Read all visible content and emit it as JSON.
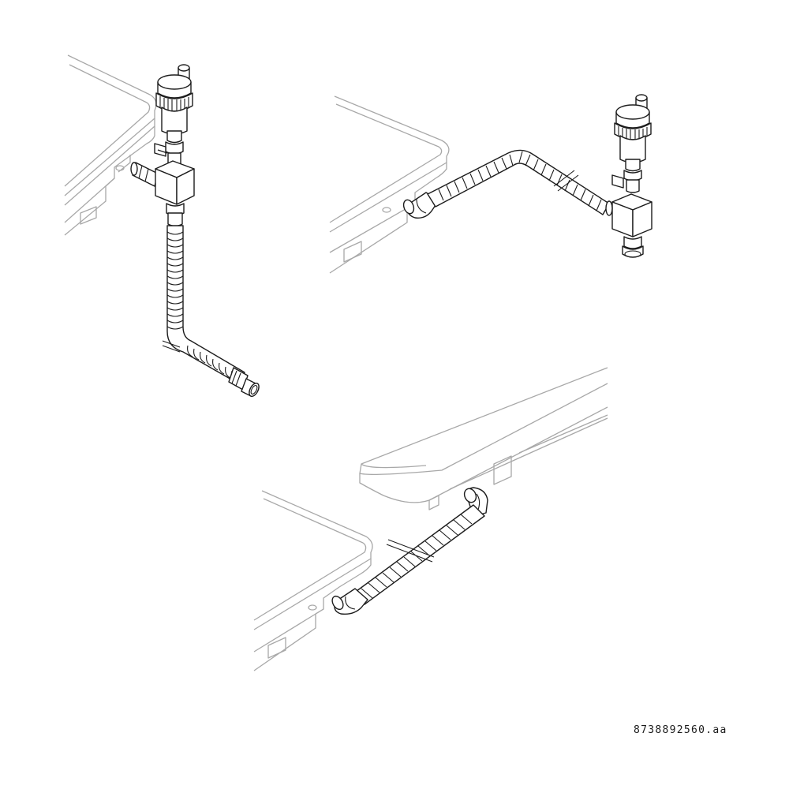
{
  "figure": {
    "reference_code": "8738892560.aa",
    "views": [
      {
        "name": "top-left-view",
        "components": [
          "boiler-panel",
          "automatic-air-vent",
          "shut-off-tap",
          "tee-connector",
          "side-nozzle",
          "flexible-hose",
          "hose-end-connector"
        ]
      },
      {
        "name": "top-right-view",
        "components": [
          "boiler-panel",
          "automatic-air-vent",
          "shut-off-tap",
          "tee-connector",
          "bottom-union",
          "flexible-hose",
          "hose-elbow"
        ]
      },
      {
        "name": "bottom-view",
        "components": [
          "boiler-panel-left",
          "boiler-panel-right",
          "flexible-hose",
          "hose-elbow-left",
          "hose-elbow-right"
        ]
      }
    ]
  },
  "colors": {
    "line": "#1c1c1c",
    "panel_line": "#a8a8a8",
    "background": "#ffffff"
  }
}
